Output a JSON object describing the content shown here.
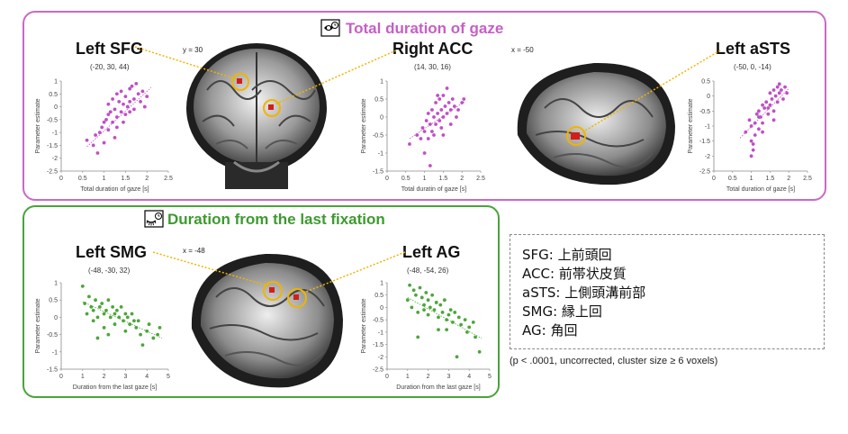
{
  "top_panel": {
    "title": "Total duration of gaze",
    "icon": "eye-clock-icon",
    "color": "#c86ac8",
    "dot_color": "#c04fc6",
    "slice_labels": [
      "y = 30",
      "x = -50"
    ],
    "regions": [
      {
        "name": "Left SFG",
        "coords": "(-20, 30, 44)"
      },
      {
        "name": "Right ACC",
        "coords": "(14, 30, 16)"
      },
      {
        "name": "Left aSTS",
        "coords": "(-50, 0, -14)"
      }
    ]
  },
  "bottom_panel": {
    "title": "Duration from the last fixation",
    "icon": "closed-eye-clock-icon",
    "color": "#4aa33a",
    "dot_color": "#4da63a",
    "slice_labels": [
      "x = -48"
    ],
    "regions": [
      {
        "name": "Left SMG",
        "coords": "(-48, -30, 32)"
      },
      {
        "name": "Left AG",
        "coords": "(-48, -54, 26)"
      }
    ]
  },
  "legend": {
    "lines": [
      "SFG: 上前頭回",
      "ACC: 前帯状皮質",
      "aSTS: 上側頭溝前部",
      "SMG: 縁上回",
      "AG: 角回"
    ],
    "note": "(p < .0001, uncorrected, cluster size ≥ 6 voxels)"
  },
  "chart_data": [
    {
      "type": "scatter",
      "name": "Left SFG",
      "xlabel": "Total duration of gaze [s]",
      "ylabel": "Parameter estimate",
      "xlim": [
        0,
        2.5
      ],
      "ylim": [
        -2.5,
        1
      ],
      "xticks": [
        0,
        0.5,
        1,
        1.5,
        2,
        2.5
      ],
      "xtick_labels": [
        "0",
        "0.5",
        "1",
        "1.5",
        "2",
        "2.5"
      ],
      "yticks": [
        1,
        0.5,
        0,
        -0.5,
        -1,
        -1.5,
        -2,
        -2.5
      ],
      "ytick_labels": [
        "1",
        "0.5",
        "0",
        "-0.5",
        "-1",
        "-1.5",
        "-2",
        "-2.5"
      ],
      "x": [
        0.6,
        0.75,
        0.8,
        0.9,
        0.95,
        1.0,
        1.0,
        1.05,
        1.1,
        1.1,
        1.15,
        1.2,
        1.2,
        1.25,
        1.3,
        1.3,
        1.35,
        1.4,
        1.4,
        1.45,
        1.5,
        1.5,
        1.55,
        1.6,
        1.6,
        1.65,
        1.7,
        1.7,
        1.75,
        1.8,
        1.85,
        1.9,
        1.95,
        2.0,
        1.3,
        1.1,
        1.45,
        1.6,
        0.85,
        1.25
      ],
      "y": [
        -1.3,
        -1.5,
        -1.1,
        -1.0,
        -0.8,
        -0.6,
        -1.4,
        -0.5,
        -0.3,
        -0.9,
        -0.2,
        0.3,
        -0.6,
        -0.1,
        0.5,
        -0.4,
        0.2,
        0.6,
        -0.2,
        0.1,
        0.4,
        -0.3,
        0.0,
        0.7,
        0.2,
        0.8,
        0.3,
        -0.1,
        0.9,
        0.5,
        0.2,
        0.6,
        0.0,
        0.4,
        -0.8,
        0.1,
        -0.6,
        -0.2,
        -1.8,
        -1.2
      ],
      "trend": [
        [
          0.6,
          -1.55
        ],
        [
          2.1,
          0.75
        ]
      ]
    },
    {
      "type": "scatter",
      "name": "Right ACC",
      "xlabel": "Total duratin of gaze [s]",
      "ylabel": "Parameter estimate",
      "xlim": [
        0,
        2.5
      ],
      "ylim": [
        -1.5,
        1
      ],
      "xticks": [
        0,
        0.5,
        1,
        1.5,
        2,
        2.5
      ],
      "xtick_labels": [
        "0",
        "0.5",
        "1",
        "1.5",
        "2",
        "2.5"
      ],
      "yticks": [
        1,
        0.5,
        0,
        -0.5,
        -1,
        -1.5
      ],
      "ytick_labels": [
        "1",
        "0.5",
        "0",
        "-0.5",
        "-1",
        "-1.5"
      ],
      "x": [
        0.6,
        0.8,
        0.9,
        0.95,
        1.0,
        1.05,
        1.1,
        1.1,
        1.15,
        1.2,
        1.2,
        1.25,
        1.3,
        1.3,
        1.35,
        1.4,
        1.4,
        1.45,
        1.5,
        1.5,
        1.55,
        1.6,
        1.6,
        1.65,
        1.7,
        1.75,
        1.8,
        1.85,
        1.9,
        2.0,
        2.05,
        1.25,
        1.45,
        1.0,
        1.7,
        1.5,
        1.15,
        1.35
      ],
      "y": [
        -0.75,
        -0.5,
        -0.6,
        -0.3,
        -0.4,
        -0.1,
        -0.6,
        0.1,
        -0.2,
        0.2,
        -0.4,
        0.0,
        0.4,
        -0.2,
        0.1,
        0.5,
        -0.1,
        0.2,
        0.6,
        0.0,
        0.3,
        0.8,
        0.1,
        0.4,
        0.2,
        0.5,
        0.3,
        0.0,
        0.2,
        0.4,
        0.5,
        -0.5,
        -0.3,
        -1.0,
        -0.2,
        -0.5,
        -1.35,
        0.6
      ],
      "trend": [
        [
          0.6,
          -0.6
        ],
        [
          2.1,
          0.45
        ]
      ]
    },
    {
      "type": "scatter",
      "name": "Left aSTS",
      "xlabel": "Total duration of gaze [s]",
      "ylabel": "Parameter estimate",
      "xlim": [
        0,
        2.5
      ],
      "ylim": [
        -2.5,
        0.5
      ],
      "xticks": [
        0,
        0.5,
        1,
        1.5,
        2,
        2.5
      ],
      "xtick_labels": [
        "0",
        "0.5",
        "1",
        "1.5",
        "2",
        "2.5"
      ],
      "yticks": [
        0.5,
        0,
        -0.5,
        -1,
        -1.5,
        -2,
        -2.5
      ],
      "ytick_labels": [
        "0.5",
        "0",
        "-0.5",
        "-1",
        "-1.5",
        "-2",
        "-2.5"
      ],
      "x": [
        0.85,
        0.95,
        1.0,
        1.0,
        1.05,
        1.1,
        1.15,
        1.2,
        1.2,
        1.25,
        1.3,
        1.3,
        1.35,
        1.4,
        1.45,
        1.5,
        1.5,
        1.55,
        1.6,
        1.6,
        1.65,
        1.7,
        1.7,
        1.75,
        1.8,
        1.85,
        1.9,
        1.95,
        1.0,
        1.1,
        1.05,
        1.3,
        1.45,
        1.6,
        1.2,
        1.75
      ],
      "y": [
        -1.2,
        -0.8,
        -1.5,
        -1.0,
        -1.8,
        -0.9,
        -0.6,
        -1.1,
        -0.5,
        -0.7,
        -0.3,
        -0.9,
        -0.4,
        -0.2,
        -0.6,
        0.1,
        -0.3,
        -0.1,
        0.2,
        -0.5,
        0.0,
        0.3,
        -0.2,
        0.1,
        0.2,
        -0.1,
        0.3,
        0.1,
        -2.0,
        -1.3,
        -1.6,
        -1.2,
        -0.4,
        -0.8,
        -0.7,
        0.4
      ],
      "trend": [
        [
          0.7,
          -1.4
        ],
        [
          2.0,
          0.25
        ]
      ]
    },
    {
      "type": "scatter",
      "name": "Left SMG",
      "xlabel": "Duration from the last gaze [s]",
      "ylabel": "Parameter estimate",
      "xlim": [
        0,
        5
      ],
      "ylim": [
        -1.5,
        1
      ],
      "xticks": [
        0,
        1,
        2,
        3,
        4,
        5
      ],
      "xtick_labels": [
        "0",
        "1",
        "2",
        "3",
        "4",
        "5"
      ],
      "yticks": [
        1,
        0.5,
        0,
        -0.5,
        -1,
        -1.5
      ],
      "ytick_labels": [
        "1",
        "0.5",
        "0",
        "-0.5",
        "-1",
        "-1.5"
      ],
      "x": [
        1.0,
        1.1,
        1.2,
        1.3,
        1.4,
        1.5,
        1.5,
        1.6,
        1.7,
        1.8,
        1.9,
        2.0,
        2.0,
        2.1,
        2.2,
        2.3,
        2.4,
        2.5,
        2.5,
        2.6,
        2.7,
        2.8,
        2.9,
        3.0,
        3.0,
        3.1,
        3.2,
        3.3,
        3.5,
        3.6,
        3.7,
        3.8,
        4.0,
        4.1,
        4.3,
        4.5,
        4.6,
        2.2,
        1.7,
        3.4
      ],
      "y": [
        0.9,
        0.4,
        0.1,
        0.6,
        0.3,
        0.2,
        -0.1,
        0.5,
        0.0,
        0.3,
        0.4,
        0.1,
        -0.3,
        0.2,
        0.5,
        0.0,
        0.3,
        0.1,
        -0.2,
        0.2,
        0.0,
        0.3,
        -0.1,
        0.1,
        -0.4,
        0.0,
        -0.2,
        0.1,
        -0.3,
        -0.1,
        -0.5,
        -0.8,
        -0.4,
        -0.2,
        -0.6,
        -0.5,
        -0.3,
        -0.5,
        -0.6,
        -0.1
      ],
      "trend": [
        [
          1.0,
          0.45
        ],
        [
          4.7,
          -0.6
        ]
      ]
    },
    {
      "type": "scatter",
      "name": "Left AG",
      "xlabel": "Duration from the last gaze [s]",
      "ylabel": "Parameter estimate",
      "xlim": [
        0,
        5
      ],
      "ylim": [
        -2.5,
        1
      ],
      "xticks": [
        0,
        1,
        2,
        3,
        4,
        5
      ],
      "xtick_labels": [
        "0",
        "1",
        "2",
        "3",
        "4",
        "5"
      ],
      "yticks": [
        1,
        0.5,
        0,
        -0.5,
        -1,
        -1.5,
        -2,
        -2.5
      ],
      "ytick_labels": [
        "1",
        "0.5",
        "0",
        "-0.5",
        "-1",
        "-1.5",
        "-2",
        "-2.5"
      ],
      "x": [
        1.0,
        1.1,
        1.2,
        1.3,
        1.4,
        1.5,
        1.6,
        1.7,
        1.8,
        1.9,
        2.0,
        2.0,
        2.1,
        2.2,
        2.3,
        2.4,
        2.5,
        2.6,
        2.7,
        2.8,
        2.9,
        3.0,
        3.1,
        3.2,
        3.3,
        3.5,
        3.6,
        3.8,
        3.9,
        4.0,
        4.2,
        4.3,
        4.5,
        1.5,
        2.5,
        3.4,
        1.8,
        2.9
      ],
      "y": [
        0.3,
        0.9,
        0.0,
        0.7,
        0.5,
        -0.2,
        0.8,
        0.4,
        0.1,
        0.6,
        -0.3,
        0.3,
        0.0,
        0.5,
        -0.1,
        0.2,
        -0.4,
        0.1,
        -0.2,
        0.3,
        -0.5,
        -0.3,
        -0.1,
        -0.6,
        -0.2,
        -0.4,
        -0.7,
        -0.5,
        -1.0,
        -0.8,
        -0.6,
        -1.2,
        -1.8,
        -1.2,
        -0.9,
        -2.0,
        -0.1,
        -0.9
      ],
      "trend": [
        [
          1.0,
          0.4
        ],
        [
          4.6,
          -1.25
        ]
      ]
    }
  ]
}
